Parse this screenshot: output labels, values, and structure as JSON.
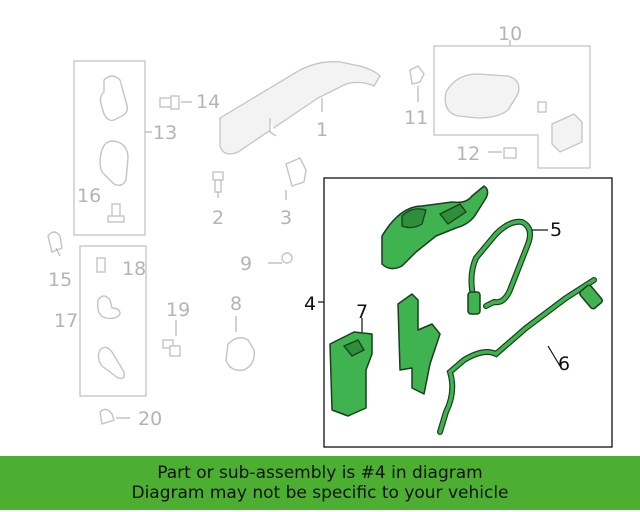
{
  "callouts": {
    "c1": "1",
    "c2": "2",
    "c3": "3",
    "c4": "4",
    "c5": "5",
    "c6": "6",
    "c7": "7",
    "c8": "8",
    "c9": "9",
    "c10": "10",
    "c11": "11",
    "c12": "12",
    "c13": "13",
    "c14": "14",
    "c15": "15",
    "c16": "16",
    "c17": "17",
    "c18": "18",
    "c19": "19",
    "c20": "20"
  },
  "highlight": {
    "callout": "4",
    "color": "#3fb34f"
  },
  "banner": {
    "line1": "Part or sub-assembly is #4 in diagram",
    "line2": "Diagram may not be specific to your vehicle",
    "color": "#4caf31"
  }
}
